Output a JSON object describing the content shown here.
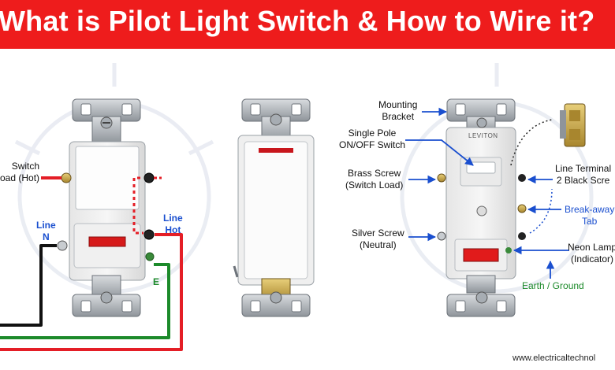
{
  "title": "What is Pilot Light Switch & How to Wire it?",
  "colors": {
    "banner": "#ee1c1c",
    "title_text": "#ffffff",
    "hot_wire": "#e41e26",
    "neutral_wire": "#111111",
    "ground_wire": "#1c8a2a",
    "label_blue": "#1a4fcf",
    "label_green": "#1c8a2a",
    "neon_lamp": "#e11b1b"
  },
  "left_diagram": {
    "switch_label_line1": "Switch",
    "switch_label_line2": "oad (Hot)",
    "line_n_line1": "Line",
    "line_n_line2": "N",
    "line_hot_line1": "Line",
    "line_hot_line2": "Hot",
    "earth": "E"
  },
  "right_diagram": {
    "mounting_bracket_line1": "Mounting",
    "mounting_bracket_line2": "Bracket",
    "single_pole_line1": "Single Pole",
    "single_pole_line2": "ON/OFF Switch",
    "brass_screw_line1": "Brass Screw",
    "brass_screw_line2": "(Switch Load)",
    "silver_screw_line1": "Silver Screw",
    "silver_screw_line2": "(Neutral)",
    "line_terminal_line1": "Line Terminal",
    "line_terminal_line2": "2 Black Scre",
    "breakaway_line1": "Break-away",
    "breakaway_line2": "Tab",
    "neon_lamp_line1": "Neon Lamp",
    "neon_lamp_line2": "(Indicator)",
    "earth_ground": "Earth / Ground",
    "brand": "LEVITON"
  },
  "website": "www.electricaltechnol"
}
